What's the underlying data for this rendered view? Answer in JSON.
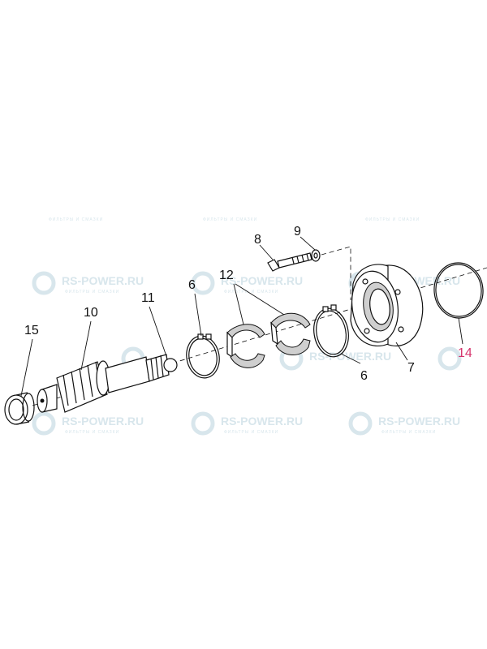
{
  "watermark": {
    "brand": "RS-POWER.RU",
    "tagline": "ФИЛЬТРЫ И СМАЗКИ"
  },
  "callouts": {
    "c6a": "6",
    "c6b": "6",
    "c7": "7",
    "c8": "8",
    "c9": "9",
    "c10": "10",
    "c11": "11",
    "c12": "12",
    "c14": "14",
    "c15": "15"
  },
  "colors": {
    "watermark": "#d8e6ec",
    "highlight_label": "#d6336c",
    "line": "#111111"
  }
}
